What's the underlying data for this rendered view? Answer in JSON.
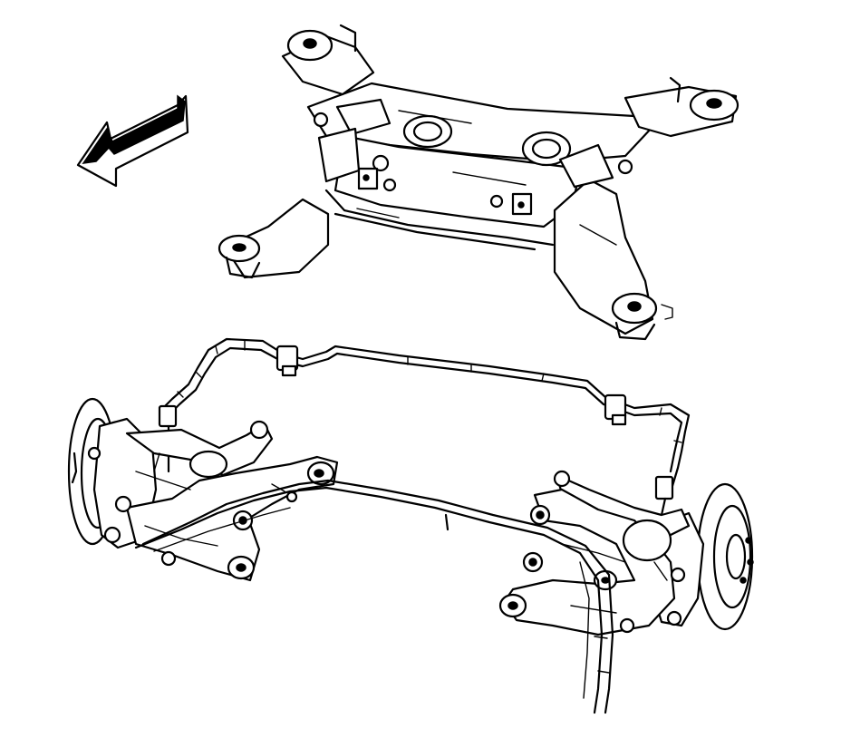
{
  "figure": {
    "parts": [
      "direction-arrow",
      "rear-subframe",
      "stabilizer-bar",
      "left-suspension-assembly",
      "right-suspension-assembly",
      "brake-cables"
    ],
    "colors": {
      "line": "#000000",
      "background": "#ffffff"
    }
  }
}
